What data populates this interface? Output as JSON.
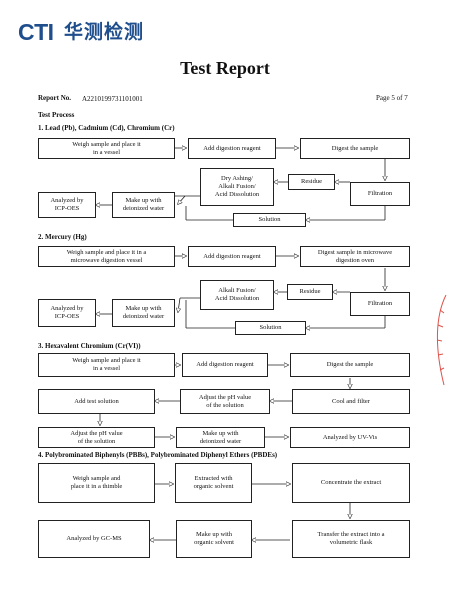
{
  "header": {
    "logo_latin": "CTI",
    "logo_chinese": "华测检测",
    "title": "Test Report",
    "report_no_label": "Report No.",
    "report_no": "A2210199731101001",
    "page": "Page 5 of 7"
  },
  "test_process_label": "Test Process",
  "sections": [
    {
      "heading": "1.   Lead (Pb), Cadmium (Cd), Chromium (Cr)",
      "boxes": {
        "weigh": "Weigh sample and place it\nin a vessel",
        "digest_reagent": "Add digestion reagent",
        "digest": "Digest the sample",
        "ashing": "Dry Ashing/\nAlkali Fusion/\nAcid Dissolution",
        "residue": "Residue",
        "filtration": "Filtration",
        "solution": "Solution",
        "makeup": "Make up with\ndeionized water",
        "analyze": "Analyzed by\nICP-OES"
      }
    },
    {
      "heading": "2.   Mercury (Hg)",
      "boxes": {
        "weigh": "Weigh sample and place it in a\nmicrowave digestion vessel",
        "digest_reagent": "Add digestion reagent",
        "digest": "Digest sample in microwave\ndigestion oven",
        "fusion": "Alkali Fusion/\nAcid Dissolution",
        "residue": "Residue",
        "filtration": "Filtration",
        "solution": "Solution",
        "makeup": "Make up with\ndeionized water",
        "analyze": "Analyzed by\nICP-OES"
      }
    },
    {
      "heading": "3.   Hexavalent Chromium (Cr(VI))",
      "boxes": {
        "weigh": "Weigh sample and place it\nin a vessel",
        "digest_reagent": "Add digestion reagent",
        "digest": "Digest the sample",
        "add_test": "Add test solution",
        "adjust1": "Adjust the pH value\nof the solution",
        "cool": "Cool and filter",
        "adjust2": "Adjust the pH value\nof the solution",
        "makeup": "Make up with\ndeionized water",
        "analyze": "Analyzed by UV-Vis"
      }
    },
    {
      "heading": "4.   Polybrominated Biphenyls (PBBs), Polybrominated Diphenyl Ethers (PBDEs)",
      "boxes": {
        "weigh": "Weigh sample and\nplace it in a thimble",
        "extract": "Extracted with\norganic solvent",
        "concentrate": "Concentrate the extract",
        "transfer": "Transfer the extract into a\nvolumetric flask",
        "makeup": "Make up with\norganic solvent",
        "analyze": "Analyzed by GC-MS"
      }
    }
  ]
}
